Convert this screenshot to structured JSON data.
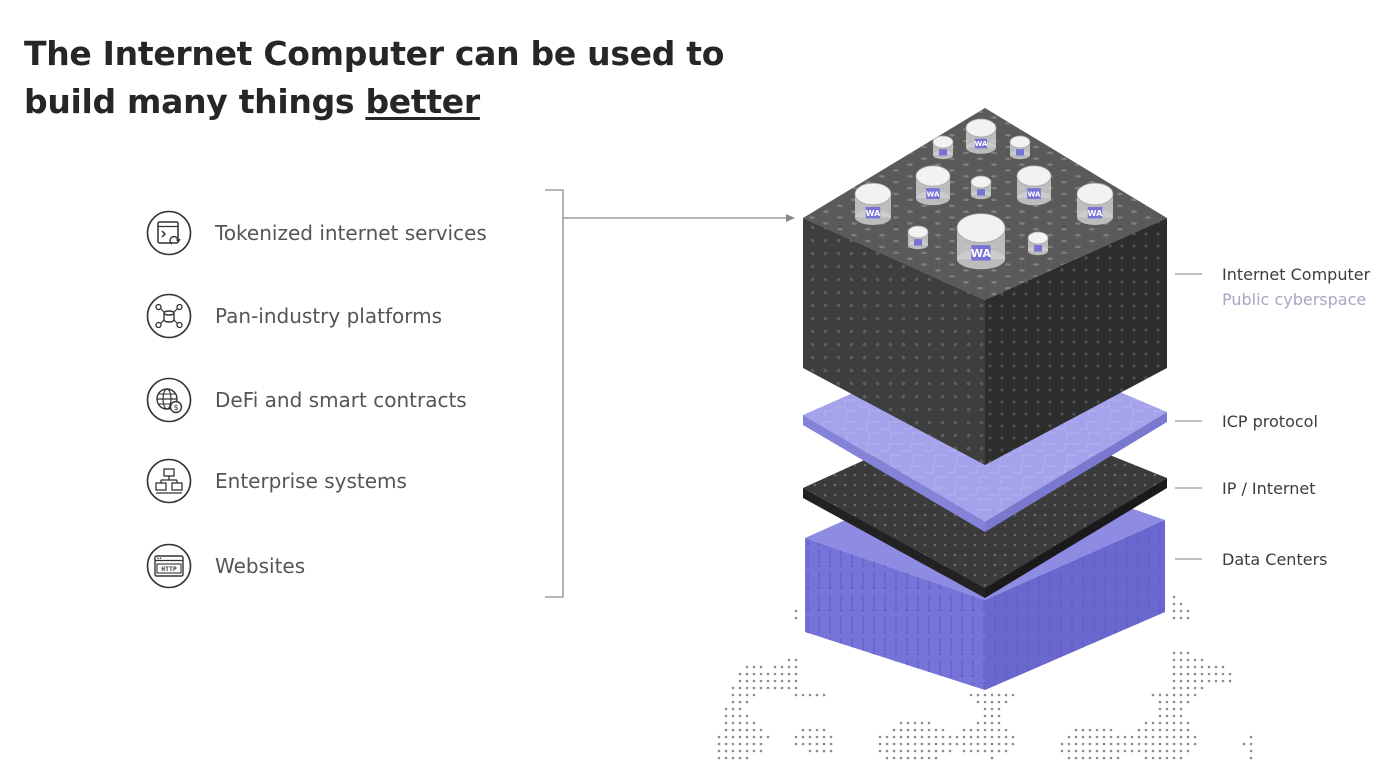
{
  "title": {
    "line1": "The Internet Computer can be used to",
    "line2_prefix": "build many things ",
    "line2_emphasis": "better"
  },
  "features": [
    {
      "label": "Tokenized internet services",
      "icon": "tokenized-service-icon"
    },
    {
      "label": "Pan-industry platforms",
      "icon": "network-platform-icon"
    },
    {
      "label": "DeFi and smart contracts",
      "icon": "globe-dollar-icon"
    },
    {
      "label": "Enterprise systems",
      "icon": "enterprise-network-icon"
    },
    {
      "label": "Websites",
      "icon": "http-browser-icon"
    }
  ],
  "diagram": {
    "canister_label": "WA",
    "layers": [
      {
        "name": "Internet Computer",
        "sub": "Public cyberspace"
      },
      {
        "name": "ICP protocol"
      },
      {
        "name": "IP / Internet"
      },
      {
        "name": "Data Centers"
      }
    ]
  },
  "colors": {
    "cube_top": "#5a5a5a",
    "cube_left": "#3d3d3d",
    "cube_right": "#2c2c2c",
    "protocol_slab": "#9c9ae6",
    "internet_slab": "#3a3a3a",
    "datacenter_slab": "#7e7ddc",
    "accent": "#7573d6",
    "label_sub": "#a7a7c4"
  }
}
